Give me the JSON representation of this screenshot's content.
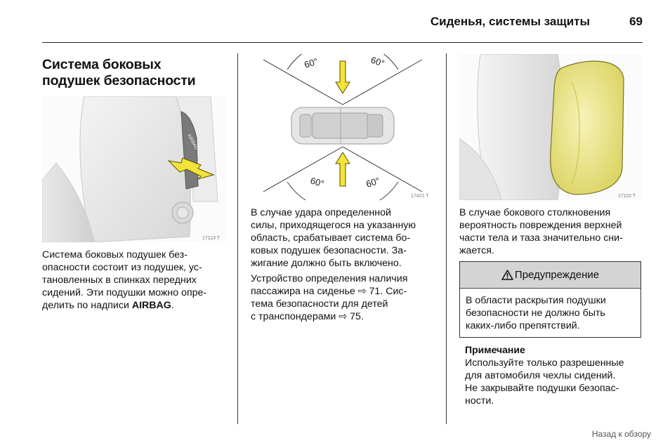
{
  "header": {
    "title": "Сиденья, системы защиты",
    "page_number": "69"
  },
  "section": {
    "title_line1": "Система боковых",
    "title_line2": "подушек безопасности"
  },
  "col1": {
    "lines": [
      "Система боковых подушек без-",
      "опасности состоит из подушек, ус-",
      "тановленных в спинках передних",
      "сидений. Эти подушки можно опре-"
    ],
    "last_prefix": "делить по надписи ",
    "last_bold": "AIRBAG",
    "last_suffix": "."
  },
  "figure1": {
    "label": "AIRBAG",
    "code": "17113 T"
  },
  "figure2": {
    "angle_top_left": "60°",
    "angle_top_right": "60°",
    "angle_bottom_left": "60°",
    "angle_bottom_right": "60°",
    "code": "17422 T"
  },
  "figure3": {
    "code": "17110 T"
  },
  "col2": {
    "para1": [
      "В случае удара определенной",
      "силы, приходящегося на указанную",
      "область, срабатывает система бо-",
      "ковых подушек безопасности. За-",
      "жигание должно быть включено."
    ],
    "para2": [
      "Устройство определения наличия",
      "пассажира на сиденье ⇨ 71. Сис-",
      "тема безопасности для детей",
      "с транспондерами ⇨ 75."
    ]
  },
  "col3": {
    "para1": [
      "В случае бокового столкновения",
      "вероятность повреждения верхней",
      "части тела и таза значительно сни-",
      "жается."
    ],
    "warning_title": "Предупреждение",
    "warning_lines": [
      "В области раскрытия подушки",
      "безопасности не должно быть",
      "каких-либо препятствий."
    ],
    "note_title": "Примечание",
    "note_lines": [
      "Используйте только разрешенные",
      "для автомобиля чехлы сидений.",
      "Не закрывайте подушки безопас-",
      "ности."
    ]
  },
  "footer": {
    "back_link": "Назад к обзору"
  },
  "colors": {
    "arrow_yellow": "#f3e33a",
    "airbag_yellow": "#efe98a",
    "warning_bg": "#d4d4d4"
  }
}
